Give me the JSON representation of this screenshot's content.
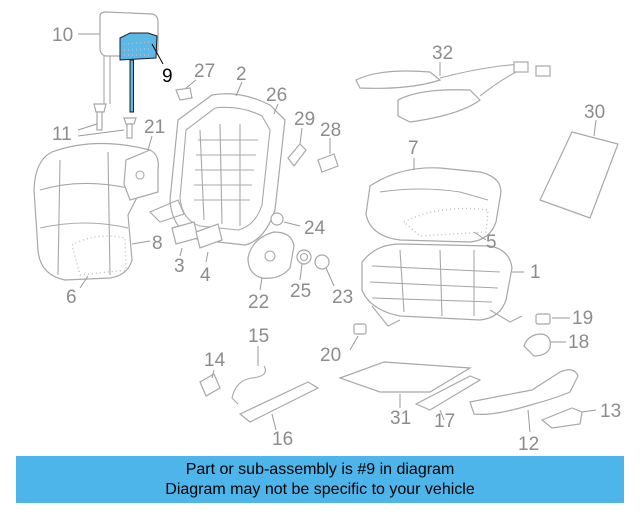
{
  "diagram": {
    "highlight_part": "9",
    "highlight_color": "#5cb8e6",
    "labels": {
      "p1": "1",
      "p2": "2",
      "p3": "3",
      "p4": "4",
      "p5": "5",
      "p6": "6",
      "p7": "7",
      "p8": "8",
      "p9": "9",
      "p10": "10",
      "p11": "11",
      "p12": "12",
      "p13": "13",
      "p14": "14",
      "p15": "15",
      "p16": "16",
      "p17": "17",
      "p18": "18",
      "p19": "19",
      "p20": "20",
      "p21": "21",
      "p22": "22",
      "p23": "23",
      "p24": "24",
      "p25": "25",
      "p26": "26",
      "p27": "27",
      "p28": "28",
      "p29": "29",
      "p30": "30",
      "p31": "31",
      "p32": "32"
    }
  },
  "banner": {
    "background": "#4db5ea",
    "line1": "Part or sub-assembly is #9 in diagram",
    "line2": "Diagram may not be specific to your vehicle"
  }
}
